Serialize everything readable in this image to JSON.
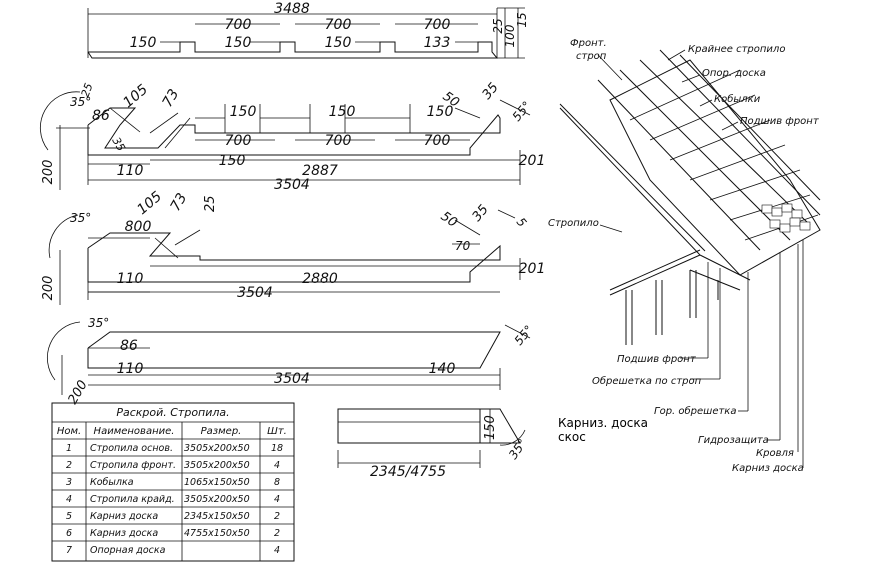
{
  "board_top": {
    "total": "3488",
    "segments": [
      "150",
      "150",
      "150",
      "133"
    ],
    "spacings": [
      "700",
      "700",
      "700"
    ],
    "height_small": "25",
    "height_big": "100",
    "height_other": "15"
  },
  "rafter_main": {
    "angle_left": "35°",
    "top_small": "25",
    "dim_86": "86",
    "dim_105": "105",
    "dim_73": "73",
    "dim_35_inner": "35",
    "top_segments": [
      "150",
      "150",
      "150"
    ],
    "mid_segments": [
      "700",
      "700",
      "700"
    ],
    "dim_110": "110",
    "dim_150": "150",
    "dim_2887": "2887",
    "dim_201": "201",
    "dim_3504": "3504",
    "dim_200": "200",
    "dim_50": "50",
    "dim_35_right": "35",
    "angle_right": "55°"
  },
  "rafter_front": {
    "angle_left": "35°",
    "dim_800": "800",
    "dim_105": "105",
    "dim_73": "73",
    "dim_25": "25",
    "dim_50": "50",
    "dim_35": "35",
    "dim_70": "70",
    "dim_5": "5",
    "dim_110": "110",
    "dim_2880": "2880",
    "dim_201": "201",
    "dim_3504": "3504",
    "dim_200": "200"
  },
  "rafter_edge": {
    "angle_left": "35°",
    "dim_86": "86",
    "dim_110": "110",
    "dim_3504": "3504",
    "dim_140": "140",
    "dim_200": "200",
    "angle_right": "55°"
  },
  "eave_board": {
    "length": "2345/4755",
    "height": "150",
    "angle": "35°",
    "title_line1": "Карниз. доска",
    "title_line2": "скос"
  },
  "table": {
    "title": "Раскрой. Стропила.",
    "headers": [
      "Ном.",
      "Наименование.",
      "Размер.",
      "Шт."
    ],
    "rows": [
      [
        "1",
        "Стропила основ.",
        "3505x200x50",
        "18"
      ],
      [
        "2",
        "Стропила фронт.",
        "3505x200x50",
        "4"
      ],
      [
        "3",
        "Кобылка",
        "1065x150x50",
        "8"
      ],
      [
        "4",
        "Стропила крайд.",
        "3505x200x50",
        "4"
      ],
      [
        "5",
        "Карниз доска",
        "2345x150x50",
        "2"
      ],
      [
        "6",
        "Карниз доска",
        "4755x150x50",
        "2"
      ],
      [
        "7",
        "Опорная доска",
        "",
        "4"
      ]
    ]
  },
  "iso_labels": {
    "front_rafter_1": "Фронт.",
    "front_rafter_2": "строп",
    "edge_rafter": "Крайнее стропило",
    "support_board": "Опор. доска",
    "kobylki": "Кобылки",
    "front_soffit_top": "Подшив фронт",
    "rafter": "Стропило",
    "front_soffit_bottom": "Подшив фронт",
    "batten_rafter": "Обрешетка по строп",
    "batten_horizontal": "Гор. обрешетка",
    "waterproofing": "Гидрозащита",
    "roofing": "Кровля",
    "eave_board": "Карниз доска"
  }
}
